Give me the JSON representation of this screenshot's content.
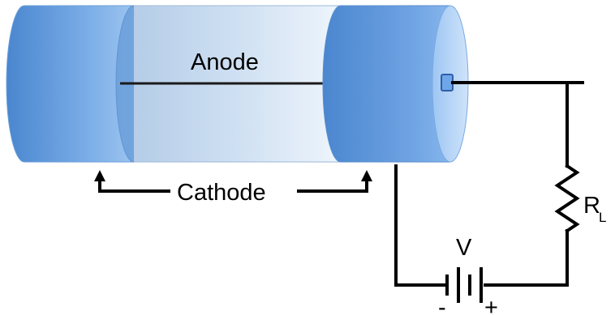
{
  "labels": {
    "anode": "Anode",
    "cathode": "Cathode",
    "resistor_main": "R",
    "resistor_sub": "L",
    "voltage": "V",
    "minus": "-",
    "plus": "+"
  },
  "colors": {
    "tube_blue_dark": "#4a86cf",
    "tube_blue_light": "#a9cdf5",
    "glass_mid": "#c9dbf0",
    "glass_light": "#eef4fb",
    "wire": "#000000"
  }
}
